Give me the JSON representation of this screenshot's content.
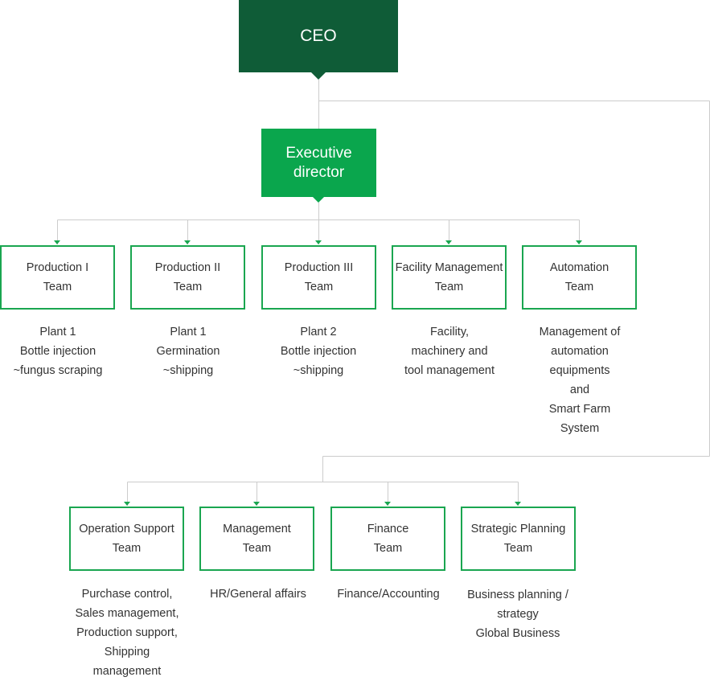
{
  "ceo": {
    "label": "CEO"
  },
  "executive": {
    "label": "Executive\ndirector"
  },
  "teams_row1": [
    {
      "name": "Production I\nTeam",
      "desc": "Plant 1\nBottle injection\n~fungus scraping"
    },
    {
      "name": "Production II\nTeam",
      "desc": "Plant 1\nGermination\n~shipping"
    },
    {
      "name": "Production III\nTeam",
      "desc": "Plant 2\nBottle injection\n~shipping"
    },
    {
      "name": "Facility Management\nTeam",
      "desc": "Facility,\nmachinery and\ntool management"
    },
    {
      "name": "Automation\nTeam",
      "desc": "Management of\nautomation\nequipments\nand\nSmart Farm\nSystem"
    }
  ],
  "teams_row2": [
    {
      "name": "Operation Support\nTeam",
      "desc": "Purchase control,\nSales management,\nProduction support,\nShipping\nmanagement"
    },
    {
      "name": "Management\nTeam",
      "desc": "HR/General affairs"
    },
    {
      "name": "Finance\nTeam",
      "desc": "Finance/Accounting"
    },
    {
      "name": "Strategic Planning\nTeam",
      "desc": "Business planning /\nstrategy\nGlobal Business"
    }
  ],
  "colors": {
    "ceo": "#0f5c37",
    "executive": "#0aa64d",
    "team_border": "#1aa650",
    "connector": "#cccccc"
  }
}
